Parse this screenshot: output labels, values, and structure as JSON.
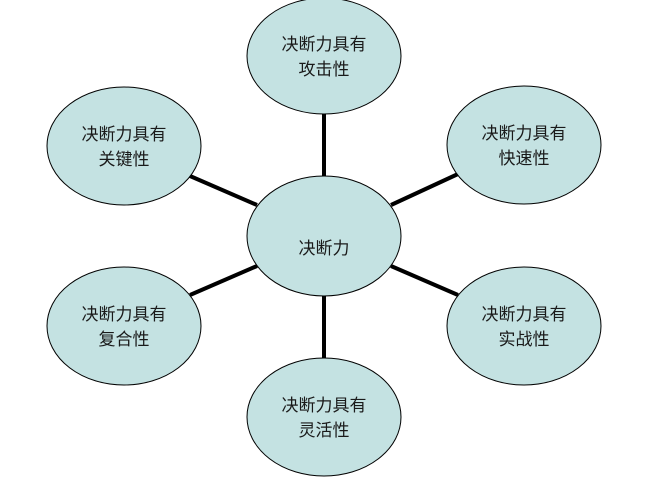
{
  "diagram": {
    "center": {
      "label": "决断力"
    },
    "nodes": [
      {
        "id": "top",
        "line1": "决断力具有",
        "line2": "攻击性"
      },
      {
        "id": "upper-right",
        "line1": "决断力具有",
        "line2": "快速性"
      },
      {
        "id": "lower-right",
        "line1": "决断力具有",
        "line2": "实战性"
      },
      {
        "id": "bottom",
        "line1": "决断力具有",
        "line2": "灵活性"
      },
      {
        "id": "lower-left",
        "line1": "决断力具有",
        "line2": "复合性"
      },
      {
        "id": "upper-left",
        "line1": "决断力具有",
        "line2": "关键性"
      }
    ],
    "colors": {
      "node_fill": "#c4e2e2",
      "node_stroke": "#000000",
      "connector": "#000000",
      "text": "#1a1a1a"
    }
  }
}
